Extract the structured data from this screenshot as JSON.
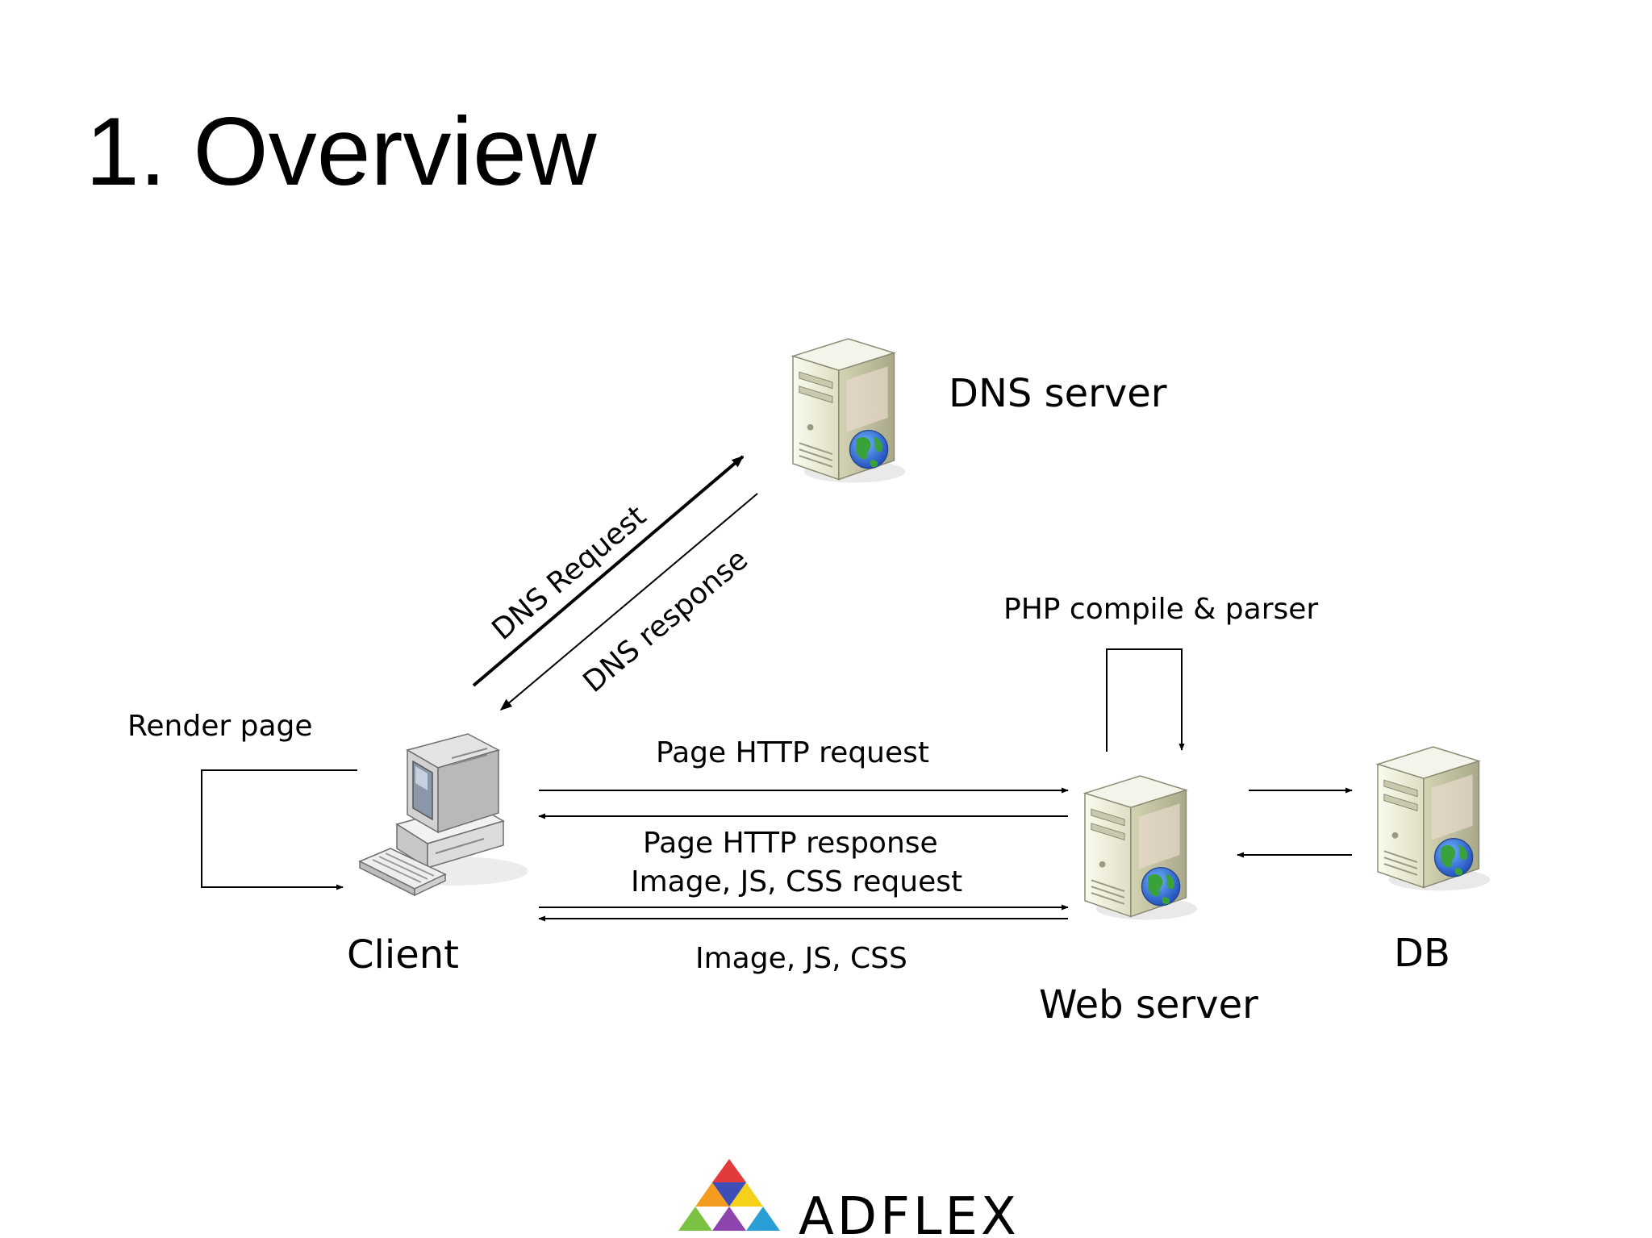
{
  "slide": {
    "title": "1. Overview"
  },
  "nodes": {
    "dns_server": {
      "label": "DNS server",
      "icon": "server-globe-icon"
    },
    "client": {
      "label": "Client",
      "icon": "desktop-computer-icon"
    },
    "web_server": {
      "label": "Web server",
      "icon": "server-globe-icon"
    },
    "db": {
      "label": "DB",
      "icon": "server-globe-icon"
    }
  },
  "edges": {
    "dns_request": "DNS Request",
    "dns_response": "DNS response",
    "render_page": "Render page",
    "php_compile": "PHP compile & parser",
    "page_http_request": "Page HTTP request",
    "page_http_response": "Page HTTP response",
    "asset_request": "Image, JS, CSS request",
    "assets": "Image, JS, CSS"
  },
  "logo": {
    "text": "ADFLEX",
    "colors": [
      "#e23b3b",
      "#f39c1f",
      "#f4d21c",
      "#7cc242",
      "#2a9fd6",
      "#8e44ad",
      "#3c4fb8"
    ]
  }
}
